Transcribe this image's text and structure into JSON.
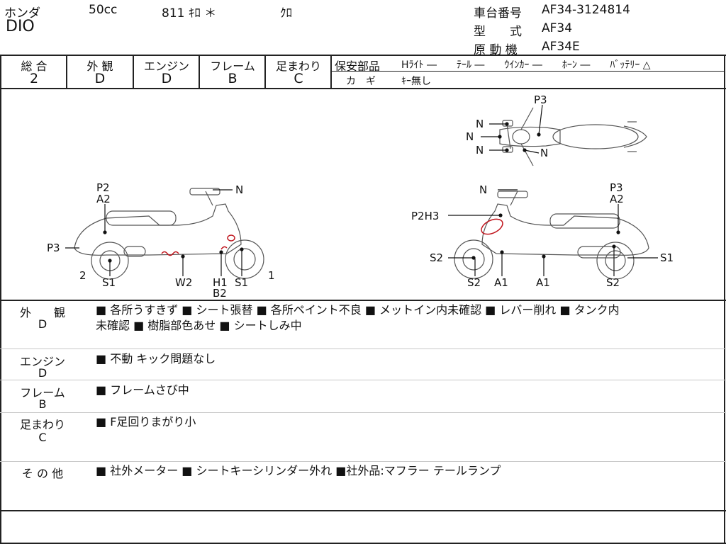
{
  "header": {
    "maker": "ホンダ",
    "displacement": "50cc",
    "mileage": "811 ｷﾛ ＊",
    "color": "ｸﾛ",
    "model_name": "DIO",
    "frame_no_label": "車台番号",
    "frame_no": "AF34-3124814",
    "model_label": "型　　式",
    "model_code": "AF34",
    "engine_label": "原 動 機",
    "engine_code": "AF34E"
  },
  "grades": [
    {
      "label": "総 合",
      "value": "2"
    },
    {
      "label": "外 観",
      "value": "D"
    },
    {
      "label": "エンジン",
      "value": "D"
    },
    {
      "label": "フレーム",
      "value": "B"
    },
    {
      "label": "足まわり",
      "value": "C"
    }
  ],
  "safety": {
    "title": "保安部品",
    "items": "Hﾗｲﾄ ―　　ﾃｰﾙ ―　　ｳｲﾝｶｰ ―　　ﾎｰﾝ ―　　ﾊﾞｯﾃﾘｰ △",
    "key_label": "カ　ギ",
    "key_value": "ｷｰ無し"
  },
  "diagram": {
    "labels": {
      "top_p3": "P3",
      "top_n1": "N",
      "top_n2": "N",
      "top_n3": "N",
      "top_n4": "N",
      "l_p2": "P2",
      "l_a2": "A2",
      "l_n": "N",
      "l_p3": "P3",
      "l_2": "2",
      "l_s1a": "S1",
      "l_w2": "W2",
      "l_h1": "H1",
      "l_b2": "B2",
      "l_s1b": "S1",
      "l_1": "1",
      "r_n": "N",
      "r_p3": "P3",
      "r_a2": "A2",
      "r_p2h3": "P2H3",
      "r_s2a": "S2",
      "r_s1": "S1",
      "r_s2b": "S2",
      "r_a1a": "A1",
      "r_a1b": "A1",
      "r_s2c": "S2"
    }
  },
  "sections": [
    {
      "label": "外　　観",
      "grade": "D",
      "text": "■ 各所うすきず ■ シート張替 ■ 各所ペイント不良 ■ メットイン内未確認 ■ レバー削れ ■ タンク内",
      "text2": "未確認 ■ 樹脂部色あせ ■ シートしみ中"
    },
    {
      "label": "エンジン",
      "grade": "D",
      "text": "■ 不動 キック問題なし"
    },
    {
      "label": "フレーム",
      "grade": "B",
      "text": "■ フレームさび中"
    },
    {
      "label": "足まわり",
      "grade": "C",
      "text": "■ F足回りまがり小"
    },
    {
      "label": "そ の 他",
      "grade": "",
      "text": "■ 社外メーター ■ シートキーシリンダー外れ ■社外品:マフラー テールランプ"
    }
  ]
}
